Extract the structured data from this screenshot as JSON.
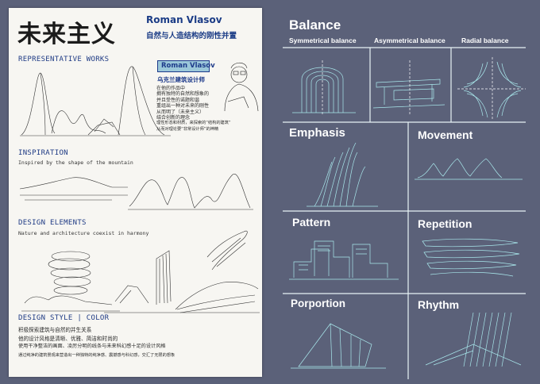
{
  "poster": {
    "title": "未来主义",
    "name_header": "Roman Vlasov",
    "subtitle": "自然与人造结构的刚性并置",
    "sections": {
      "works": "REPRESENTATIVE WORKS",
      "inspiration": "INSPIRATION",
      "inspiration_sub": "Inspired by the shape of the mountain",
      "elements": "DESIGN ELEMENTS",
      "elements_sub": "Nature and architecture coexist in harmony",
      "style": "DESIGN STYLE | COLOR"
    },
    "bio": {
      "name_tag": "Roman Vlasov",
      "role": "乌克兰建筑设计师",
      "lines": [
        "在他的作品中",
        "拥有独特的自然和想象的",
        "并且受性的诺题和谐",
        "重组出一种对未来的刚性",
        "从而明了（未来主义）",
        "结合创新的理念",
        "理性形态和材质，来探索的“结构的建筑”",
        "从而对理论要“非常设计师”的神精"
      ]
    },
    "style_lines": [
      "积极探索建筑与自然的并生关系",
      "他的设计风格是清晰、优雅、简洁和时尚的",
      "使用干净整洁的画面、凌厉分明的线条与未来科幻感十足的设计风格",
      "通过纯净的建筑景观来营造出一种独特的纯净感、震撼感与科幻感，交汇了无限的想象"
    ]
  },
  "board": {
    "heading_balance": "Balance",
    "balance_labels": [
      "Symmetrical balance",
      "Asymmetrical balance",
      "Radial balance"
    ],
    "cells": {
      "emphasis": "Emphasis",
      "movement": "Movement",
      "pattern": "Pattern",
      "repetition": "Repetition",
      "proportion": "Porportion",
      "rhythm": "Rhythm"
    }
  },
  "colors": {
    "panel": "#5b6179",
    "line": "#a9e8ec",
    "accent": "#1d3a8a"
  }
}
